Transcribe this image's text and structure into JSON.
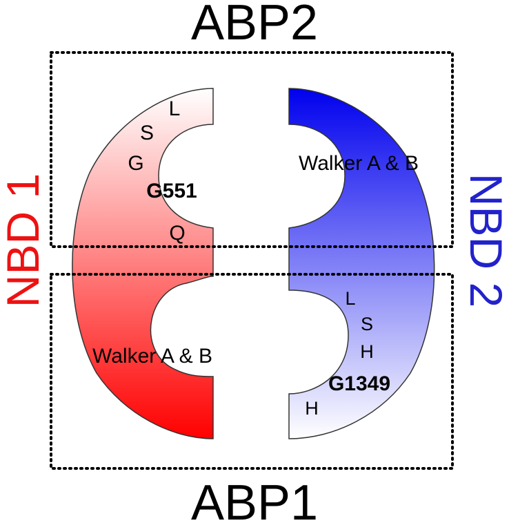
{
  "site_labels": {
    "top": "ABP2",
    "bottom": "ABP1"
  },
  "domains": {
    "nbd1": {
      "name": "NBD 1",
      "color": "#ee1111"
    },
    "nbd2": {
      "name": "NBD 2",
      "color": "#2222cc"
    }
  },
  "nbd1_labels": {
    "signature_residues": [
      "L",
      "S",
      "G"
    ],
    "mutation": "G551",
    "residue_q": "Q",
    "walker": "Walker A & B"
  },
  "nbd2_labels": {
    "walker": "Walker A & B",
    "signature_residues": [
      "L",
      "S",
      "H"
    ],
    "mutation": "G1349",
    "residue_h": "H"
  },
  "colors": {
    "red_strong": "#ff0000",
    "blue_strong": "#0000ee",
    "box_border": "#000000"
  }
}
